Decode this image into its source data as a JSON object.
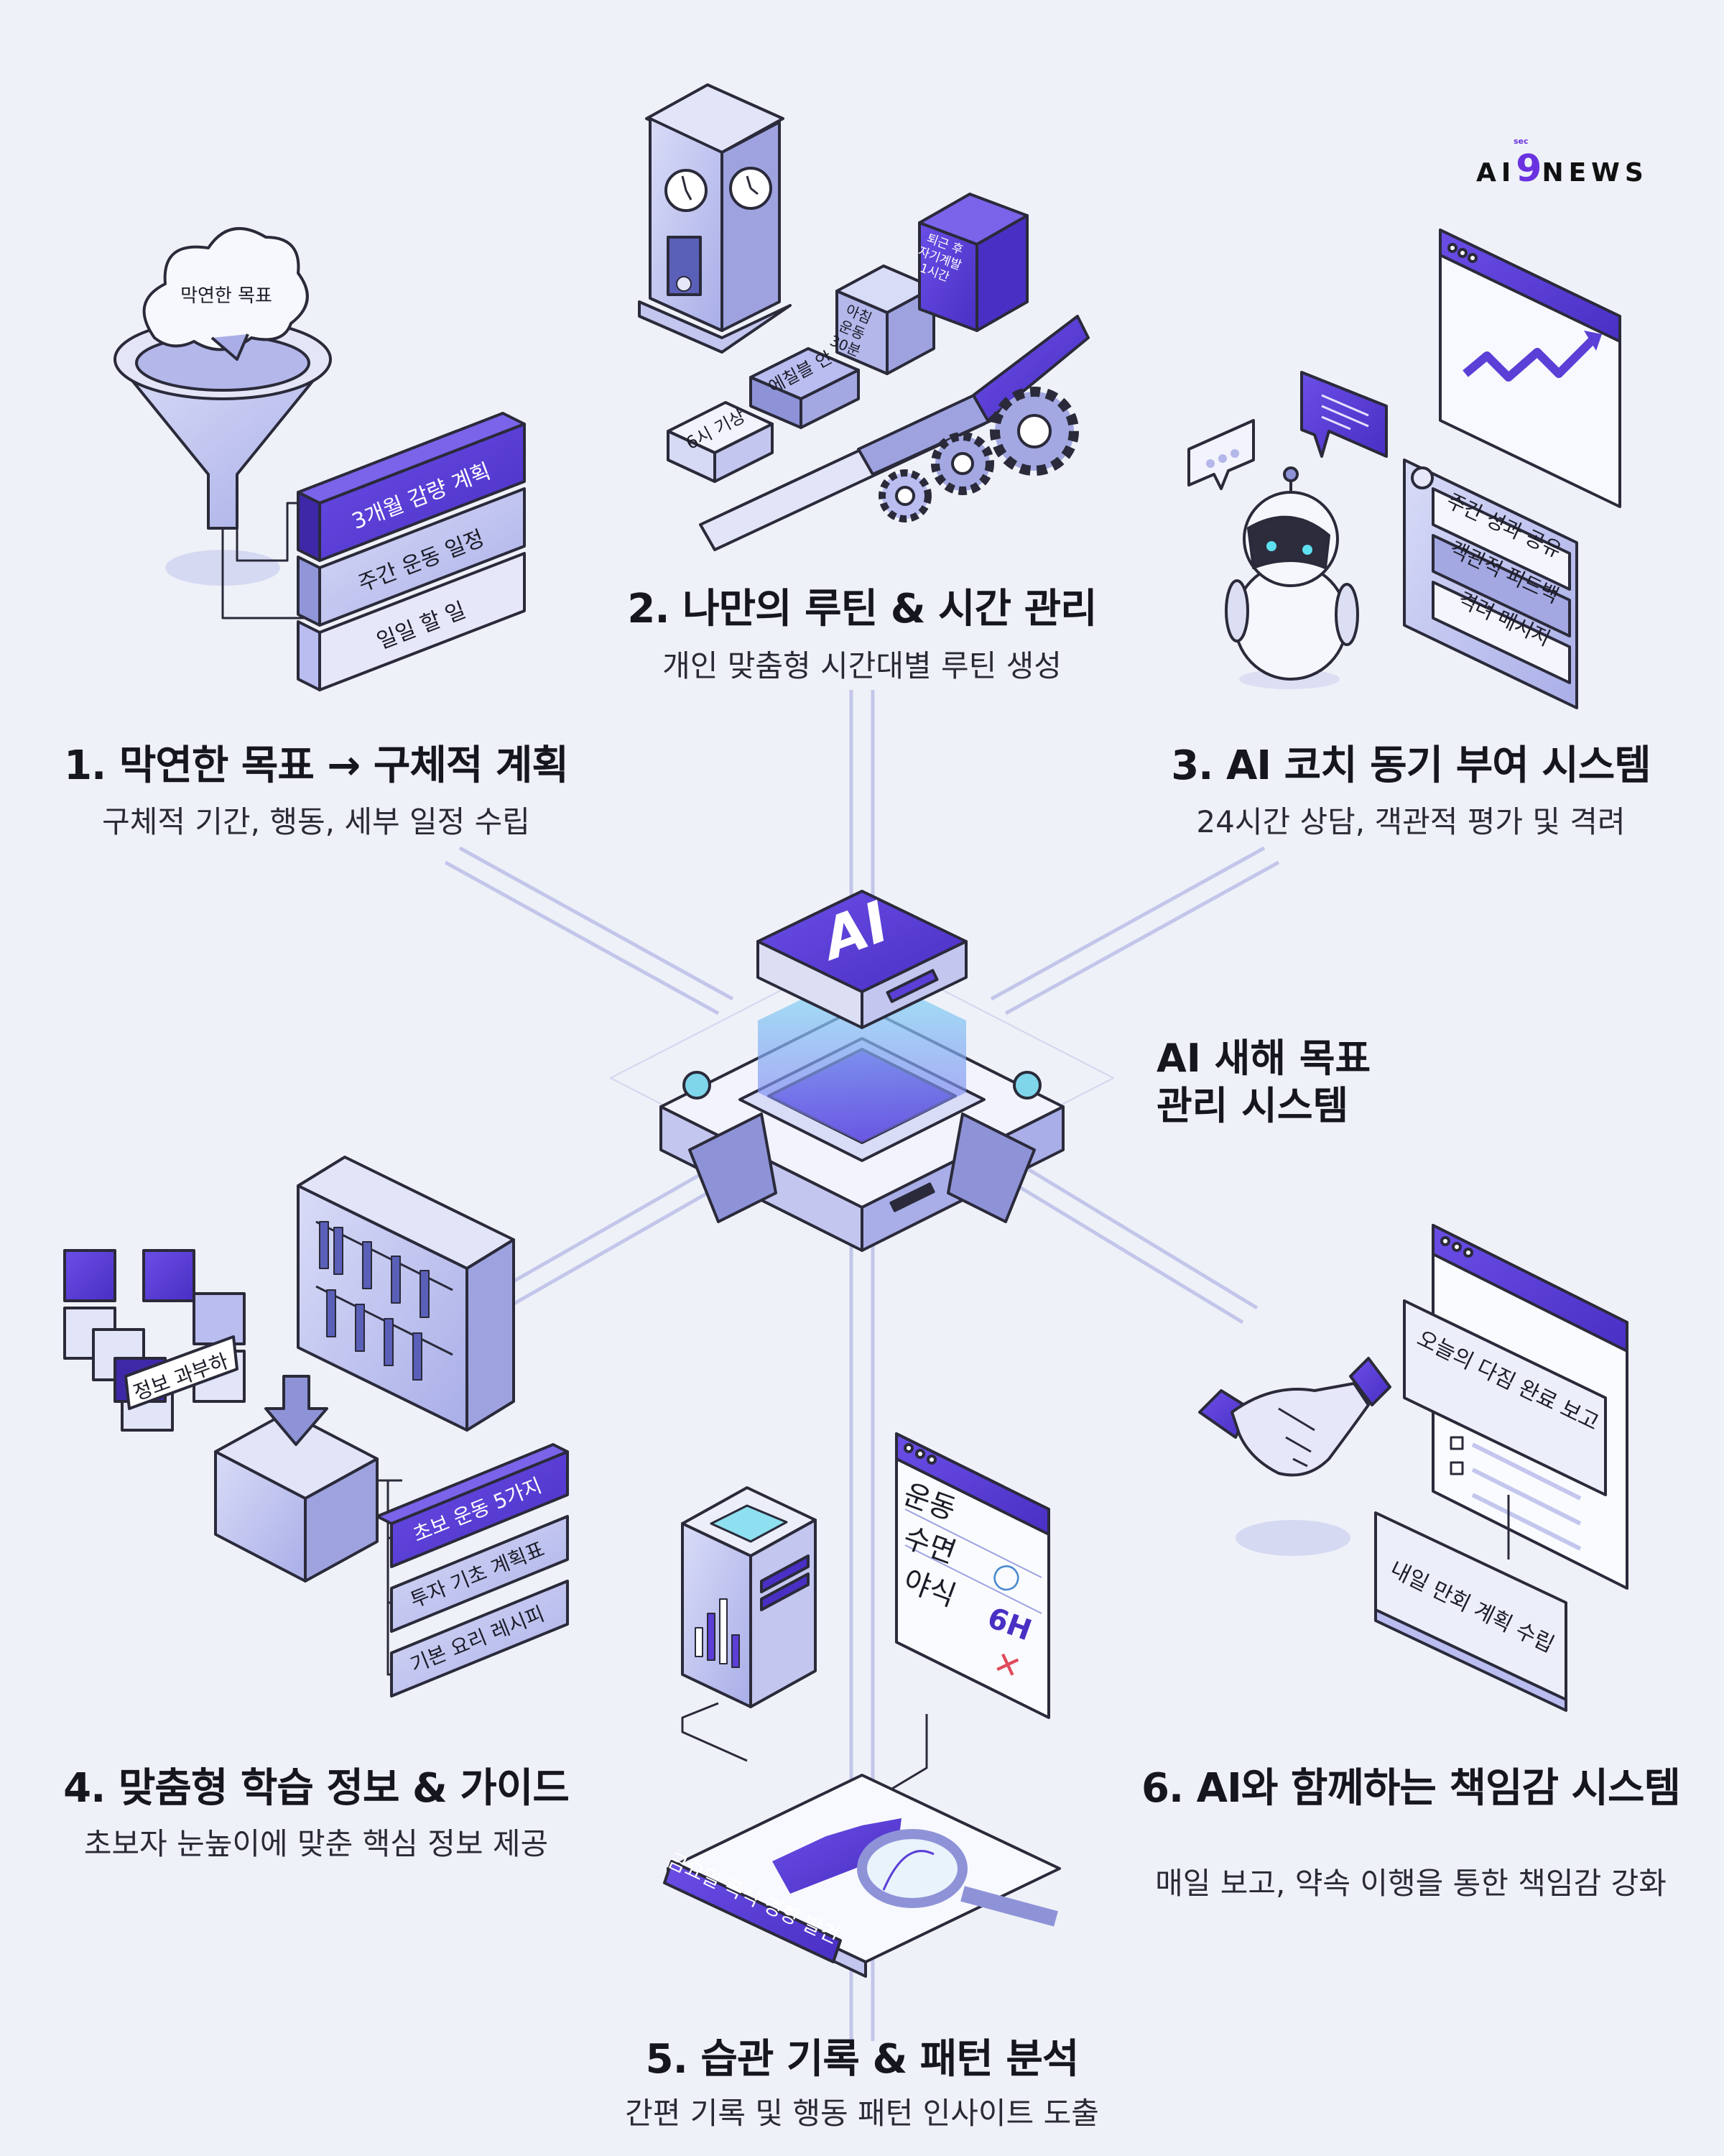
{
  "logo": {
    "prefix": "AI",
    "nine": "9",
    "suffix": "NEWS",
    "badge": "sec"
  },
  "hub": {
    "chip_label": "AI",
    "title_line1": "AI 새해 목표",
    "title_line2": "관리 시스템"
  },
  "sections": [
    {
      "title": "1. 막연한 목표 → 구체적 계획",
      "subtitle": "구체적 기간, 행동, 세부 일정 수립",
      "cloud": "막연한 목표",
      "steps": [
        "3개월 감량 계획",
        "주간 운동 일정",
        "일일 할 일"
      ]
    },
    {
      "title": "2. 나만의 루틴 & 시간 관리",
      "subtitle": "개인 맞춤형 시간대별 루틴 생성",
      "blocks": [
        "6시 기상",
        "에칠블 안",
        "아침 운동 30분",
        "퇴근 후 자기계발 1시간"
      ]
    },
    {
      "title": "3. AI 코치 동기 부여 시스템",
      "subtitle": "24시간 상담, 객관적 평가 및 격려",
      "panel_items": [
        "주간 성과 공유",
        "객관적 피드백",
        "격려 메시지"
      ]
    },
    {
      "title": "4. 맞춤형 학습 정보 & 가이드",
      "subtitle": "초보자 눈높이에 맞춘 핵심 정보 제공",
      "overload_label": "정보 과부하",
      "guides": [
        "초보 운동 5가지",
        "투자 기초 계획표",
        "기본 요리 레시피"
      ]
    },
    {
      "title": "5. 습관 기록 & 패턴 분석",
      "subtitle": "간편 기록 및 행동 패턴 인사이트 도출",
      "checklist": [
        {
          "item": "운동",
          "mark": "○"
        },
        {
          "item": "수면",
          "mark": "6H"
        },
        {
          "item": "야식",
          "mark": "✕"
        }
      ],
      "insight": "금요일 폭식 경향 발견"
    },
    {
      "title": "6. AI와 함께하는 책임감 시스템",
      "subtitle": "매일 보고, 약속 이행을 통한 책임감 강화",
      "report": "오늘의 다짐 완료 보고",
      "plan": "내일 만회 계획 수립"
    }
  ],
  "colors": {
    "purple": "#5b3fd6",
    "lavender": "#b9bdf0",
    "background": "#eef1f7",
    "outline": "#2a2a3a",
    "cyan": "#8ee0f0",
    "red": "#e04a5a"
  }
}
